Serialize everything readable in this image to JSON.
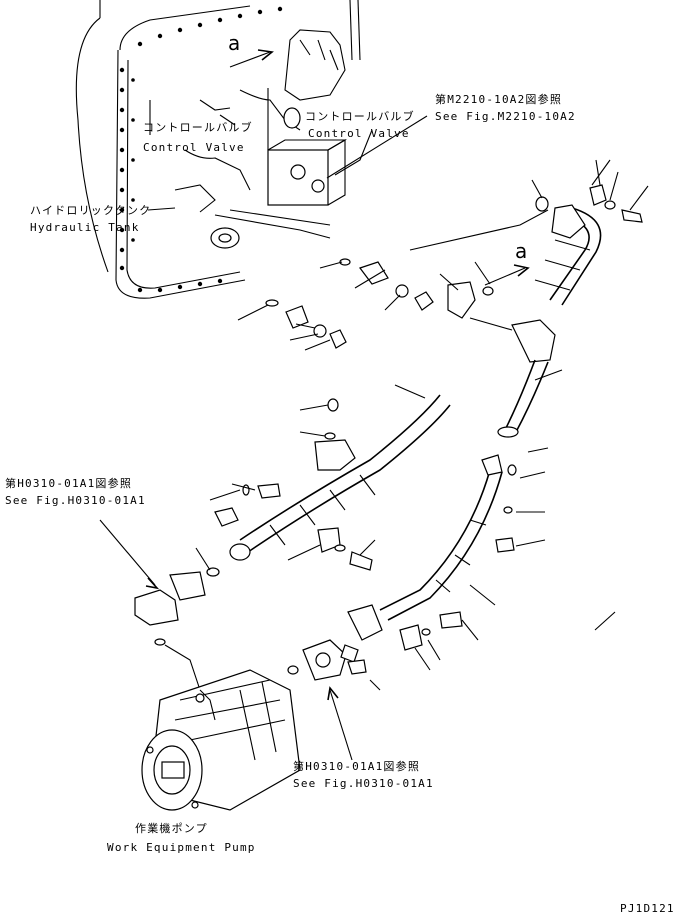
{
  "labels": {
    "control_valve_jp_1": "コントロールバルブ",
    "control_valve_en_1": "Control Valve",
    "control_valve_jp_2": "コントロールバルブ",
    "control_valve_en_2": "Control Valve",
    "ref_m2210_jp": "第M2210-10A2図参照",
    "ref_m2210_en": "See Fig.M2210-10A2",
    "hydraulic_tank_jp": "ハイドロリックタンク",
    "hydraulic_tank_en": "Hydraulic Tank",
    "ref_h0310_jp_1": "第H0310-01A1図参照",
    "ref_h0310_en_1": "See Fig.H0310-01A1",
    "ref_h0310_jp_2": "第H0310-01A1図参照",
    "ref_h0310_en_2": "See Fig.H0310-01A1",
    "pump_jp": "作業機ポンプ",
    "pump_en": "Work Equipment Pump",
    "view_a_1": "a",
    "view_a_2": "a",
    "figure_code": "PJ1D121"
  },
  "icons": {
    "arrow": "arrow-icon"
  }
}
